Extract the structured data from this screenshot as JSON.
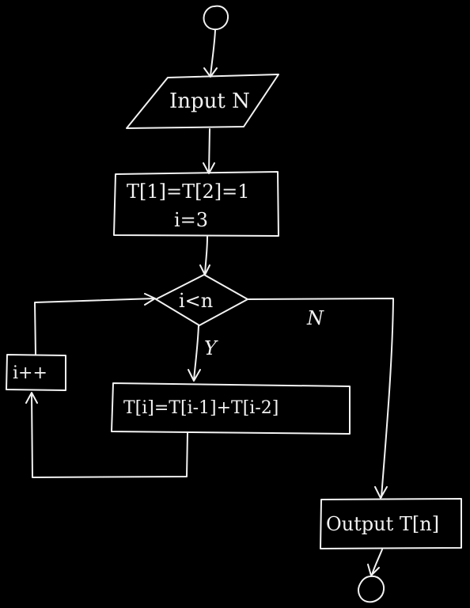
{
  "flowchart": {
    "input_label": "Input N",
    "init_line1": "T[1]=T[2]=1",
    "init_line2": "i=3",
    "condition_label": "i<n",
    "yes_label": "Y",
    "no_label": "N",
    "increment_label": "i++",
    "body_label": "T[i]=T[i-1]+T[i-2]",
    "output_label": "Output T[n]",
    "colors": {
      "background": "#000000",
      "stroke": "#f2f2f2"
    }
  }
}
